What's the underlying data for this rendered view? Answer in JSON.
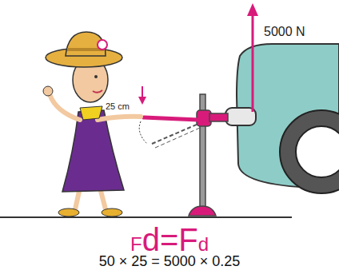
{
  "diagram": {
    "labels": [
      "5000 N",
      "25 cm",
      "F",
      "d",
      "=",
      "F",
      "d",
      "50 × 25 = 5000 × 0.25"
    ]
  }
}
